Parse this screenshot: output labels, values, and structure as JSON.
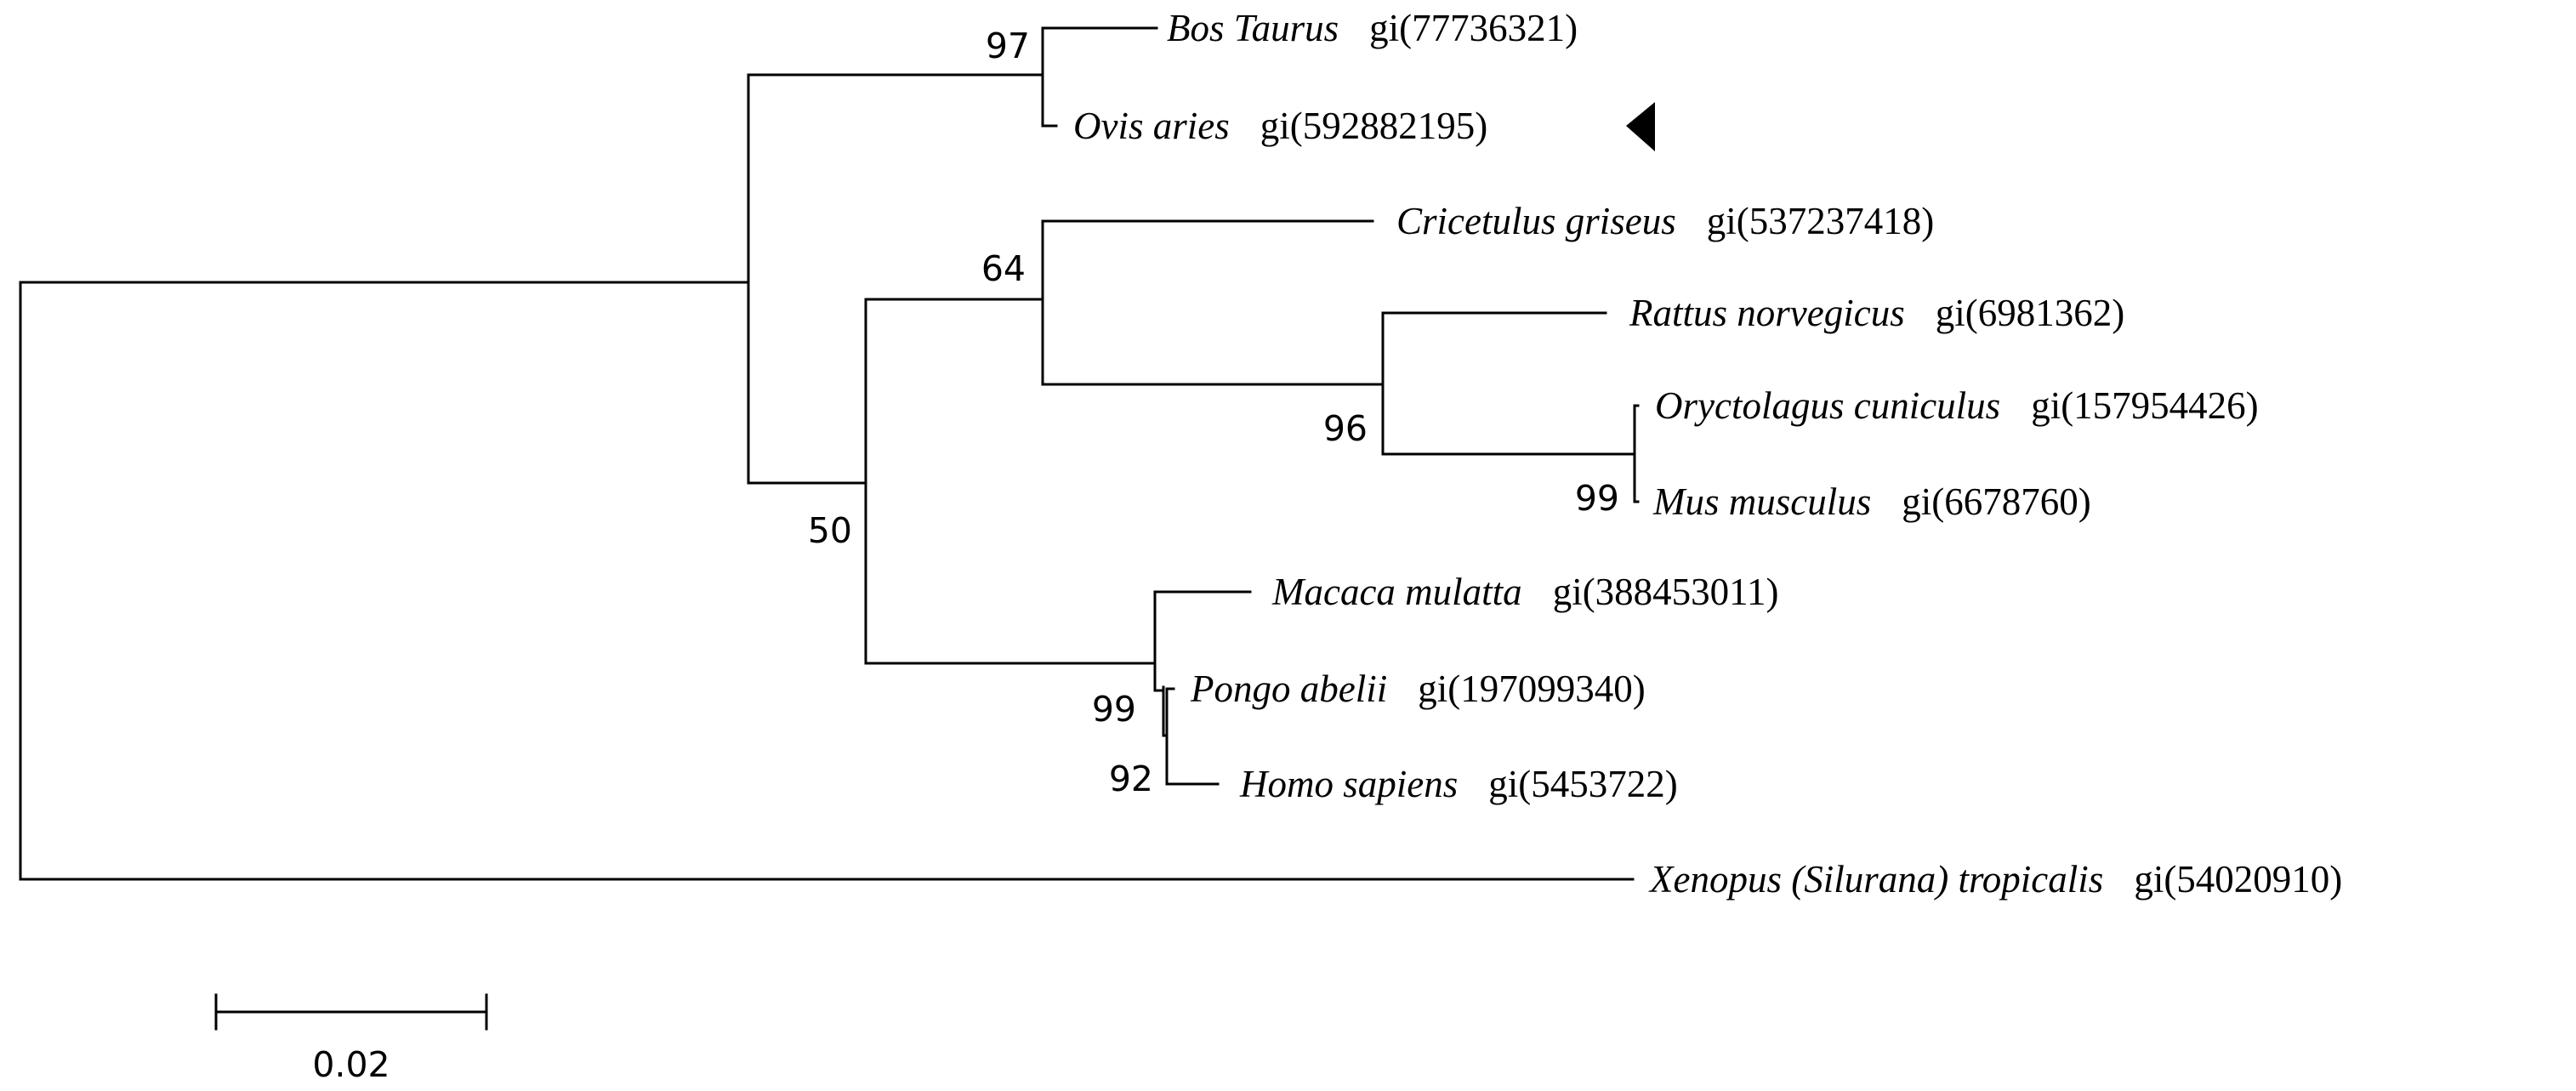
{
  "tree": {
    "taxa": [
      {
        "name": "Bos Taurus",
        "accession": "gi(77736321)"
      },
      {
        "name": "Ovis aries",
        "accession": "gi(592882195)",
        "marked": true
      },
      {
        "name": "Cricetulus griseus",
        "accession": "gi(537237418)"
      },
      {
        "name": "Rattus norvegicus",
        "accession": "gi(6981362)"
      },
      {
        "name": "Oryctolagus cuniculus",
        "accession": "gi(157954426)"
      },
      {
        "name": "Mus musculus",
        "accession": "gi(6678760)"
      },
      {
        "name": "Macaca mulatta",
        "accession": "gi(388453011)"
      },
      {
        "name": "Pongo abelii",
        "accession": "gi(197099340)"
      },
      {
        "name": "Homo sapiens",
        "accession": "gi(5453722)"
      },
      {
        "name": "Xenopus (Silurana) tropicalis",
        "accession": "gi(54020910)"
      }
    ],
    "bootstrap": [
      "97",
      "64",
      "96",
      "99",
      "50",
      "99",
      "92"
    ]
  },
  "scale_bar": {
    "label": "0.02"
  },
  "marker": {
    "shape": "left-pointing-triangle",
    "color": "#000000"
  }
}
